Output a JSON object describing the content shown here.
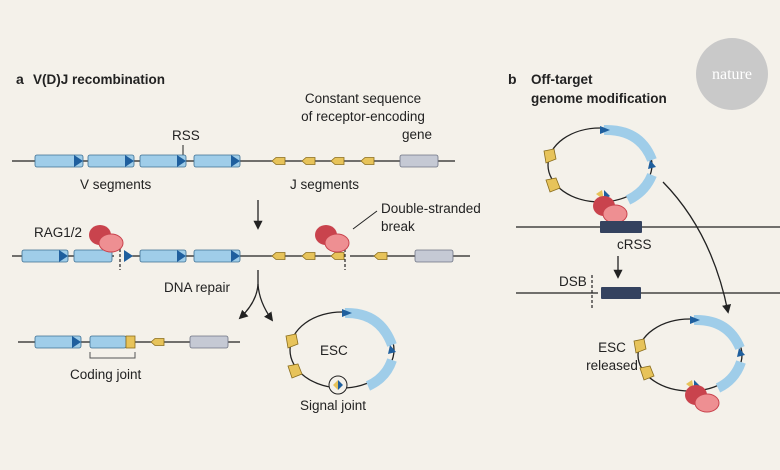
{
  "panel_a": {
    "letter": "a",
    "title": "V(D)J recombination",
    "labels": {
      "constant_line1": "Constant sequence",
      "constant_line2": "of receptor-encoding",
      "constant_line3": "gene",
      "rss": "RSS",
      "v_segments": "V segments",
      "j_segments": "J segments",
      "rag": "RAG1/2",
      "dsb_line1": "Double-stranded",
      "dsb_line2": "break",
      "dna_repair": "DNA repair",
      "esc": "ESC",
      "coding_joint": "Coding joint",
      "signal_joint": "Signal joint"
    }
  },
  "panel_b": {
    "letter": "b",
    "title_line1": "Off-target",
    "title_line2": "genome modification",
    "labels": {
      "crss": "cRSS",
      "dsb": "DSB",
      "esc_line1": "ESC",
      "esc_line2": "released"
    }
  },
  "logo": {
    "text": "nature"
  },
  "colors": {
    "v_segment": "#9fcde9",
    "rss_triangle": "#1f5f9e",
    "j_segment": "#e7c35a",
    "constant": "#c5c9d4",
    "rag_protein": "#e06b72",
    "crss_box": "#34425f",
    "logo_circle": "#c9c9c9"
  }
}
